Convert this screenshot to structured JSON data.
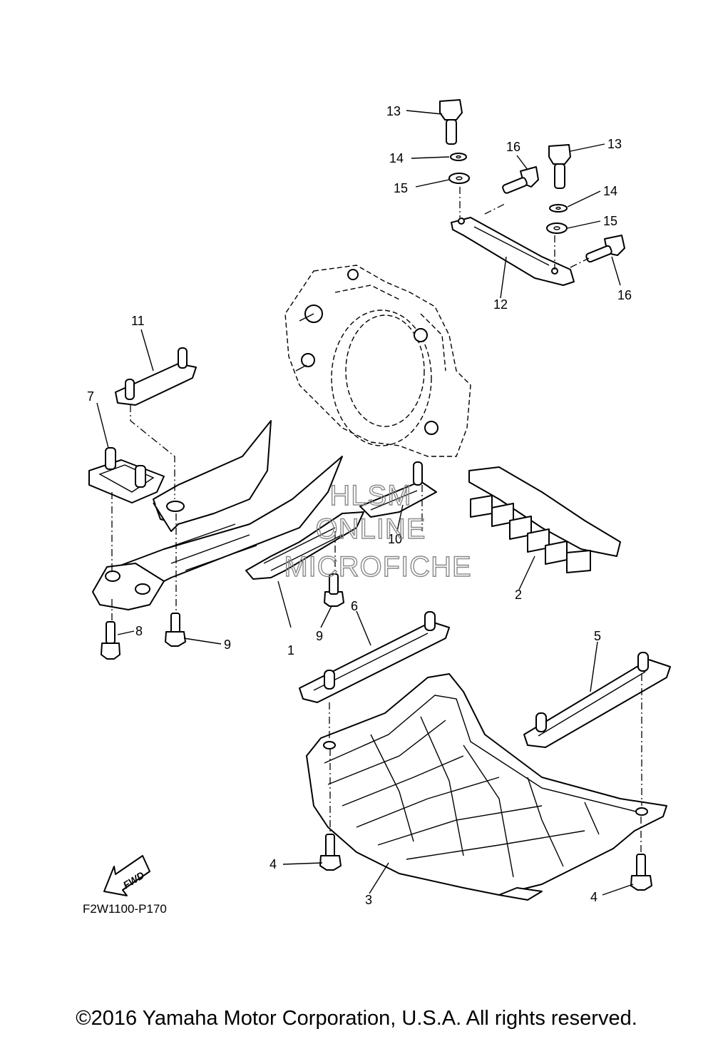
{
  "diagram": {
    "callouts": [
      "1",
      "2",
      "3",
      "4",
      "4",
      "5",
      "6",
      "7",
      "8",
      "9",
      "9",
      "10",
      "11",
      "12",
      "13",
      "13",
      "14",
      "14",
      "15",
      "15",
      "16",
      "16"
    ],
    "fwd_label": "FWD",
    "figure_code": "F2W1100-P170",
    "watermark": [
      "HLSM",
      "ONLINE",
      "MICROFICHE"
    ]
  },
  "footer": {
    "copyright": "©2016 Yamaha Motor Corporation, U.S.A. All rights reserved."
  }
}
